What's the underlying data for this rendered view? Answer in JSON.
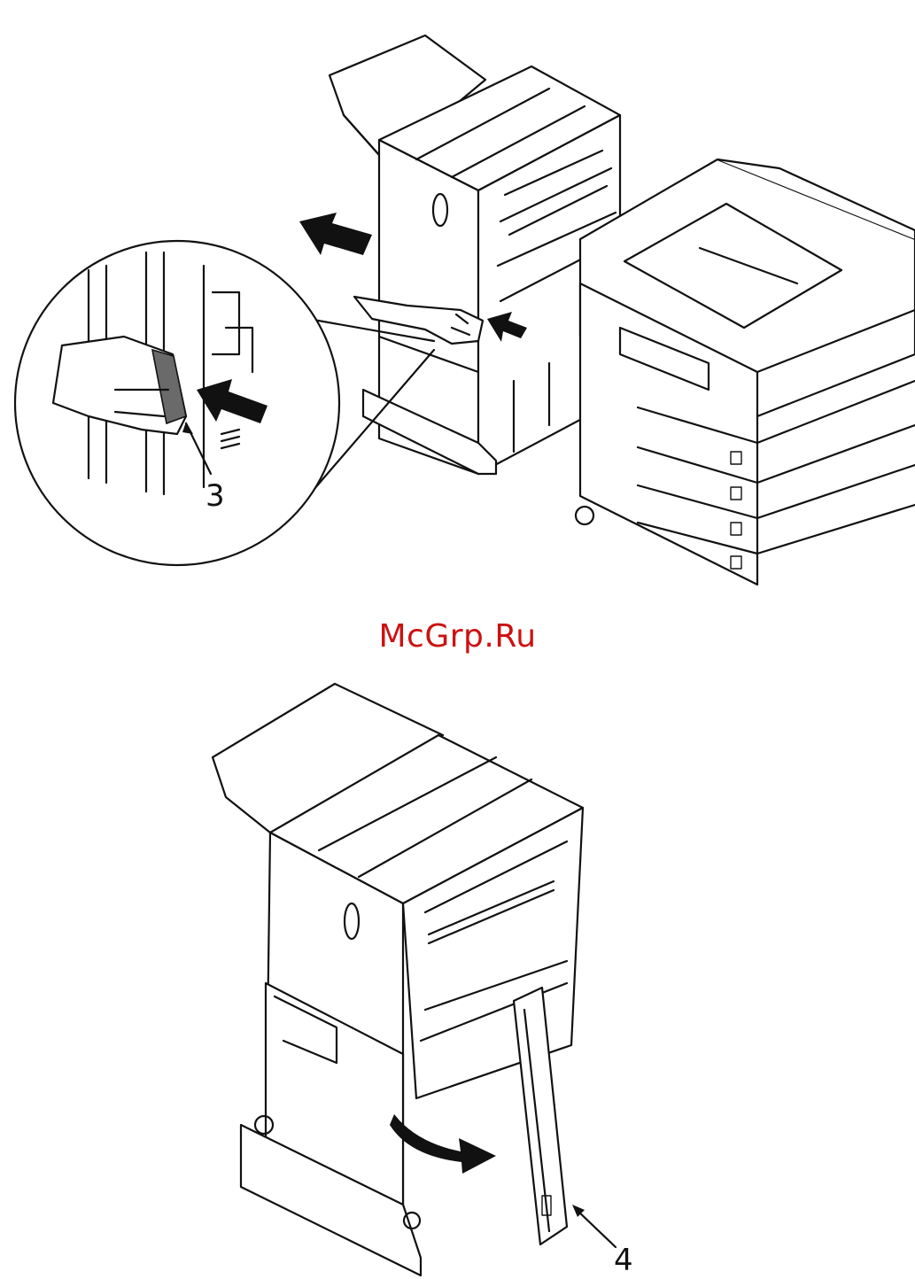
{
  "watermark": {
    "text": "McGrp.Ru",
    "color": "#cc1111"
  },
  "callouts": {
    "label_3": "3",
    "label_4": "4"
  },
  "figures": {
    "top": {
      "icons": [
        "finisher-unit",
        "printer-unit",
        "hand-icon",
        "push-arrow-icon",
        "magnifier-circle"
      ]
    },
    "bottom": {
      "icons": [
        "finisher-unit",
        "open-door",
        "curved-arrow-icon"
      ]
    }
  }
}
